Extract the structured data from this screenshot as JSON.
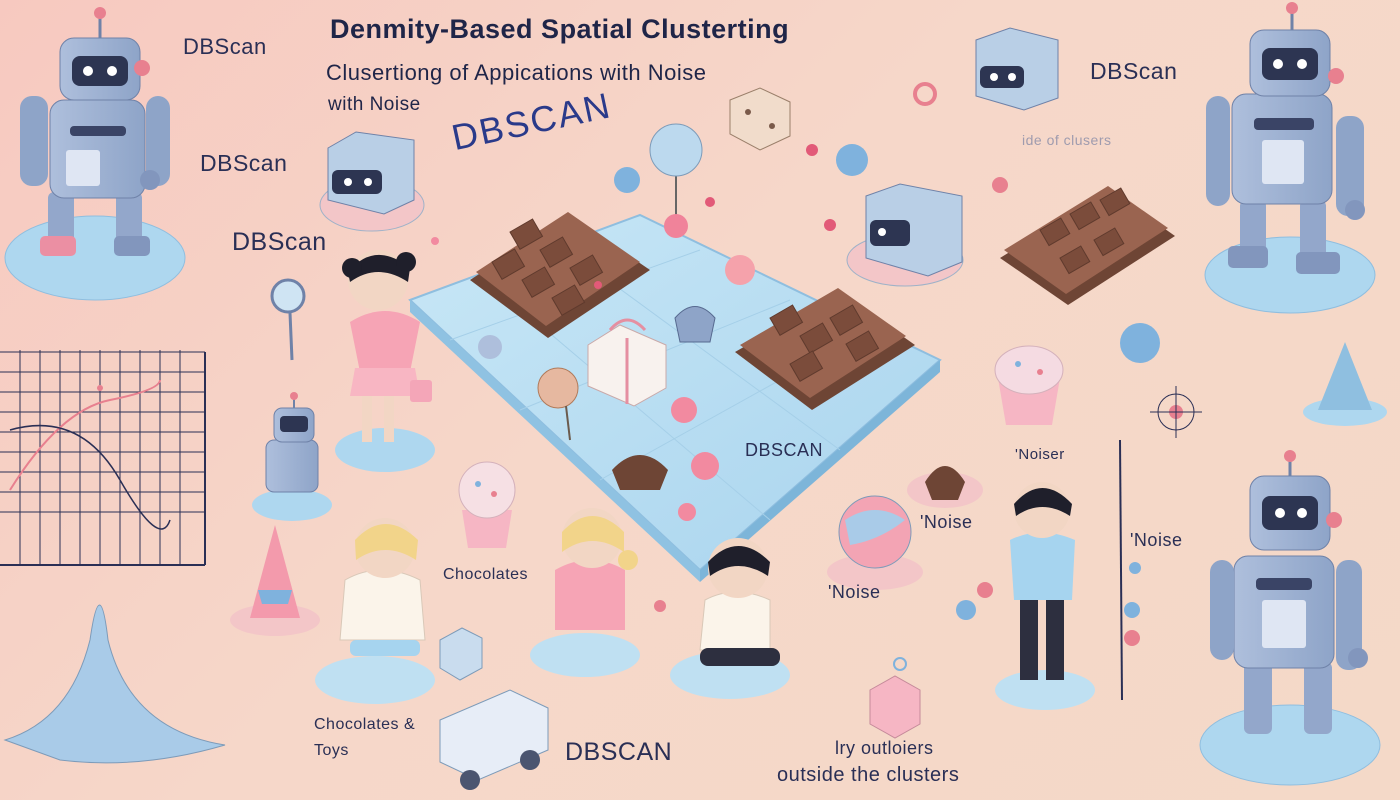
{
  "title": {
    "line1": "Denmity-Based Spatial Clusterting",
    "line2": "Clusertiong of Appications with Noise",
    "line3": "with Noise"
  },
  "labels": {
    "dbscan_big": "DBSCAN",
    "dbscan_left_top": "DBScan",
    "dbscan_left_mid": "DBScan",
    "dbscan_left_low": "DBScan",
    "dbscan_right_top": "DBScan",
    "dbscan_center": "DBSCAN",
    "dbscan_bottom": "DBSCAN",
    "faint_text": "ide of clusers",
    "chocolates": "Chocolates",
    "chocolates_toys": "Chocolates & Toys",
    "noiser": "'Noiser",
    "noise_1": "'Noise",
    "noise_2": "'Noise",
    "noise_3": "'Noise",
    "outliers_line1": "lry outloiers",
    "outliers_line2": "outside the clusters"
  },
  "colors": {
    "background": "#f6d3c6",
    "robot_body": "#9fb4d4",
    "platform": "#bfe0f2",
    "chocolate": "#8a5a44",
    "accent_pink": "#f28aa0",
    "accent_blue": "#7fb2dd",
    "ink": "#2a2f55"
  }
}
